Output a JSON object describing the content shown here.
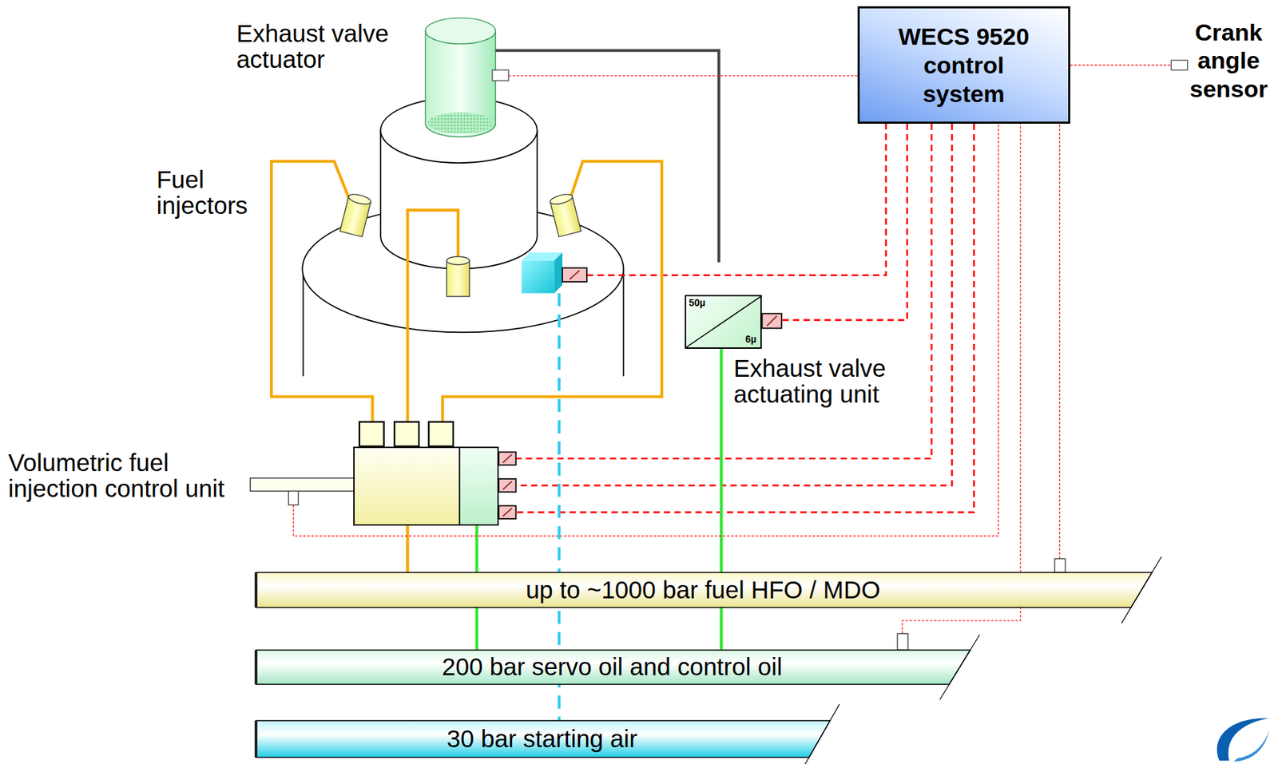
{
  "diagram": {
    "nodes": [
      {
        "text": [
          "WECS 9520 control system"
        ]
      },
      {
        "text": [
          "50µ",
          "6µ",
          "Exhaust valve actuating unit"
        ]
      },
      {
        "text": [
          "Volumetric fuel injection control unit"
        ]
      },
      {
        "text": [
          "up to ~1000 bar fuel HFO / MDO"
        ]
      },
      {
        "text": [
          "200 bar servo oil and control oil"
        ]
      },
      {
        "text": [
          "30 bar starting air"
        ]
      }
    ],
    "edges": [
      {
        "from": 0,
        "to": 1,
        "arrow": "none"
      },
      {
        "from": 0,
        "to": 2,
        "arrow": "none"
      },
      {
        "from": 0,
        "to": 2,
        "arrow": "none"
      },
      {
        "from": 0,
        "to": 2,
        "arrow": "none"
      },
      {
        "from": 2,
        "to": 3,
        "arrow": "none"
      },
      {
        "from": 2,
        "to": 4,
        "arrow": "none"
      },
      {
        "from": 1,
        "to": 4,
        "arrow": "none"
      }
    ],
    "labels": [
      "Exhaust valve actuator",
      "Crank angle sensor",
      "Fuel injectors"
    ]
  }
}
